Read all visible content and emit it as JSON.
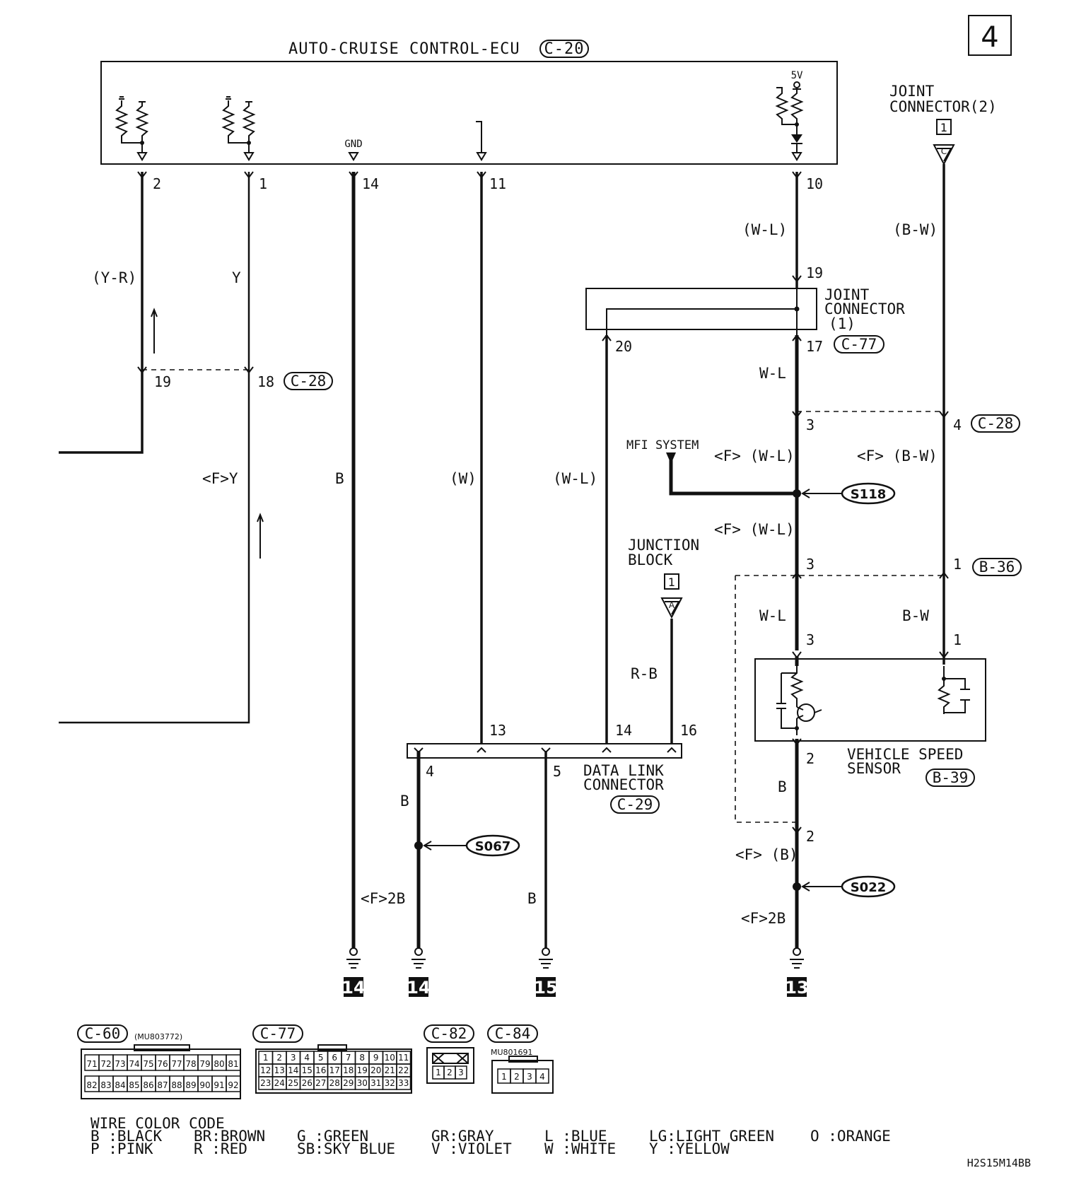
{
  "page_number": "4",
  "ecu": {
    "title": "AUTO-CRUISE CONTROL-ECU",
    "connector": "C-20",
    "gnd_label": "GND",
    "v5_label": "5V"
  },
  "ecu_pins": {
    "p2": "2",
    "p1": "1",
    "p14": "14",
    "p11": "11",
    "p10": "10"
  },
  "joint_connector_2": {
    "line1": "JOINT",
    "line2": "CONNECTOR(2)",
    "box_num": "1",
    "letter": "C"
  },
  "joint_connector_1": {
    "line1": "JOINT",
    "line2": "CONNECTOR",
    "line3": "(1)",
    "connector": "C-77",
    "pin_in": "19",
    "pin_out": "17",
    "pin_20": "20"
  },
  "wire_labels": {
    "yr": "(Y-R)",
    "y": "Y",
    "wl_paren": "(W-L)",
    "bw_paren": "(B-W)",
    "wl": "W-L",
    "fy": "<F>Y",
    "b": "B",
    "w_paren": "(W)",
    "wl_left": "(W-L)",
    "f_wl_1": "<F> (W-L)",
    "f_bw": "<F> (B-W)",
    "f_wl_2": "<F> (W-L)",
    "wl_lower": "W-L",
    "bw_lower": "B-W",
    "rb": "R-B",
    "b_dlc": "B",
    "f2b_left": "<F>2B",
    "b_pin5": "B",
    "b_vss": "B",
    "f_b": "<F> (B)",
    "f2b_right": "<F>2B"
  },
  "c28_pins": {
    "p19": "19",
    "p18": "18",
    "p3": "3",
    "p4": "4",
    "connector": "C-28"
  },
  "b36_pins": {
    "p3": "3",
    "p1": "1",
    "connector": "B-36"
  },
  "mfi_system": "MFI SYSTEM",
  "splices": {
    "s118": "S118",
    "s067": "S067",
    "s022": "S022"
  },
  "junction_block": {
    "line1": "JUNCTION",
    "line2": "BLOCK",
    "box_num": "1",
    "letter": "A"
  },
  "dlc": {
    "line1": "DATA LINK",
    "line2": "CONNECTOR",
    "connector": "C-29",
    "p13": "13",
    "p14": "14",
    "p16": "16",
    "p4": "4",
    "p5": "5"
  },
  "vss": {
    "line1": "VEHICLE SPEED",
    "line2": "SENSOR",
    "connector": "B-39",
    "p3": "3",
    "p1": "1",
    "p2": "2"
  },
  "ground_vss_pin": "2",
  "grounds": [
    "14",
    "14",
    "15",
    "13"
  ],
  "connectors": {
    "c60": {
      "label": "C-60",
      "part": "(MU803772)",
      "row1": [
        "71",
        "72",
        "73",
        "74",
        "75",
        "76",
        "77",
        "78",
        "79",
        "80",
        "81"
      ],
      "row2": [
        "82",
        "83",
        "84",
        "85",
        "86",
        "87",
        "88",
        "89",
        "90",
        "91",
        "92"
      ]
    },
    "c77": {
      "label": "C-77",
      "row1": [
        "1",
        "2",
        "3",
        "4",
        "5",
        "6",
        "7",
        "8",
        "9",
        "10",
        "11"
      ],
      "row2": [
        "12",
        "13",
        "14",
        "15",
        "16",
        "17",
        "18",
        "19",
        "20",
        "21",
        "22"
      ],
      "row3": [
        "23",
        "24",
        "25",
        "26",
        "27",
        "28",
        "29",
        "30",
        "31",
        "32",
        "33"
      ]
    },
    "c82": {
      "label": "C-82",
      "row1": [
        "1",
        "2",
        "3"
      ]
    },
    "c84": {
      "label": "C-84",
      "part": "MU801691",
      "row1": [
        "1",
        "2",
        "3",
        "4"
      ]
    }
  },
  "legend": {
    "title": "WIRE COLOR CODE",
    "row1": [
      "B :BLACK",
      "BR:BROWN",
      "G :GREEN",
      "GR:GRAY",
      "L :BLUE",
      "LG:LIGHT GREEN",
      "O :ORANGE"
    ],
    "row2": [
      "P :PINK",
      "R :RED",
      "SB:SKY BLUE",
      "V :VIOLET",
      "W :WHITE",
      "Y :YELLOW"
    ]
  },
  "diagram_code": "H2S15M14BB"
}
